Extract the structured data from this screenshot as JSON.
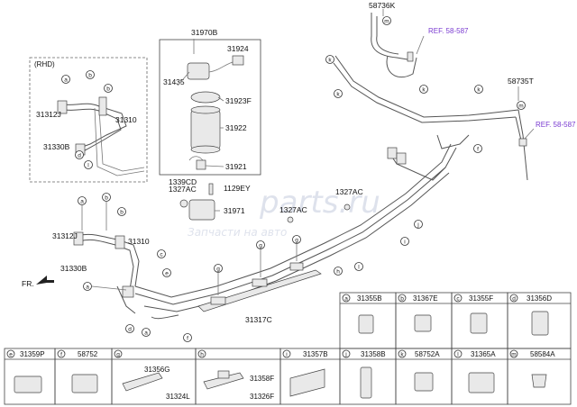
{
  "rhd_label": "(RHD)",
  "fr_label": "FR.",
  "watermark": {
    "brand": "parts.ru",
    "sub": "Запчасти на авто"
  },
  "labels": {
    "l58736K": "58736K",
    "ref1": "REF. 58-587",
    "l58735T": "58735T",
    "ref2": "REF. 58-587",
    "l31970B": "31970B",
    "l31924": "31924",
    "l31435": "31435",
    "l31923F": "31923F",
    "l31922": "31922",
    "l31921": "31921",
    "l1339CD": "1339CD",
    "l1327AC_a": "1327AC",
    "l1129EY": "1129EY",
    "l31971": "31971",
    "l1327AC_b": "1327AC",
    "l1327AC_c": "1327AC",
    "l31312J_top": "31312J",
    "l31310_top": "31310",
    "l31330B_top": "31330B",
    "l31312J": "31312J",
    "l31310": "31310",
    "l31330B": "31330B",
    "l31317C": "31317C"
  },
  "table_row1": [
    {
      "letter": "a",
      "part": "31355B"
    },
    {
      "letter": "b",
      "part": "31367E"
    },
    {
      "letter": "c",
      "part": "31355F"
    },
    {
      "letter": "d",
      "part": "31356D"
    }
  ],
  "table_row2": [
    {
      "letter": "e",
      "part": "31359P"
    },
    {
      "letter": "f",
      "part": "58752"
    },
    {
      "letter": "g",
      "part": "31356G",
      "extra": "31324L"
    },
    {
      "letter": "h",
      "part": "31358F",
      "extra": "31326F"
    },
    {
      "letter": "i",
      "part": "31357B"
    },
    {
      "letter": "j",
      "part": "31358B"
    },
    {
      "letter": "k",
      "part": "58752A"
    },
    {
      "letter": "l",
      "part": "31365A"
    },
    {
      "letter": "m",
      "part": "58584A"
    }
  ],
  "callouts": {
    "k": "k",
    "m": "m",
    "l": "l",
    "e": "e",
    "f": "f",
    "g": "g",
    "h": "h",
    "i": "i",
    "j": "j",
    "a": "a",
    "b": "b",
    "c": "c",
    "d": "d"
  }
}
